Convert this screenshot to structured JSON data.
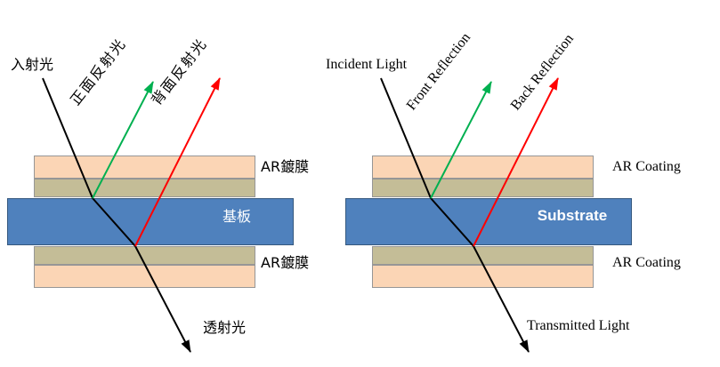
{
  "figure": {
    "panels": [
      {
        "incident": "入射光",
        "front_reflection": "正面反射光",
        "back_reflection": "背面反射光",
        "coating_top": "AR鍍膜",
        "substrate": "基板",
        "coating_bottom": "AR鍍膜",
        "transmitted": "透射光"
      },
      {
        "incident": "Incident Light",
        "front_reflection": "Front Reflection",
        "back_reflection": "Back Reflection",
        "coating_top": "AR Coating",
        "substrate": "Substrate",
        "coating_bottom": "AR Coating",
        "transmitted": "Transmitted Light"
      }
    ],
    "colors": {
      "ar_coating_outer": "#fbd5b5",
      "ar_coating_inner": "#c4bd97",
      "substrate": "#4f81bd",
      "ray": "#000000",
      "front_reflection": "#00b050",
      "back_reflection": "#ff0000"
    }
  }
}
